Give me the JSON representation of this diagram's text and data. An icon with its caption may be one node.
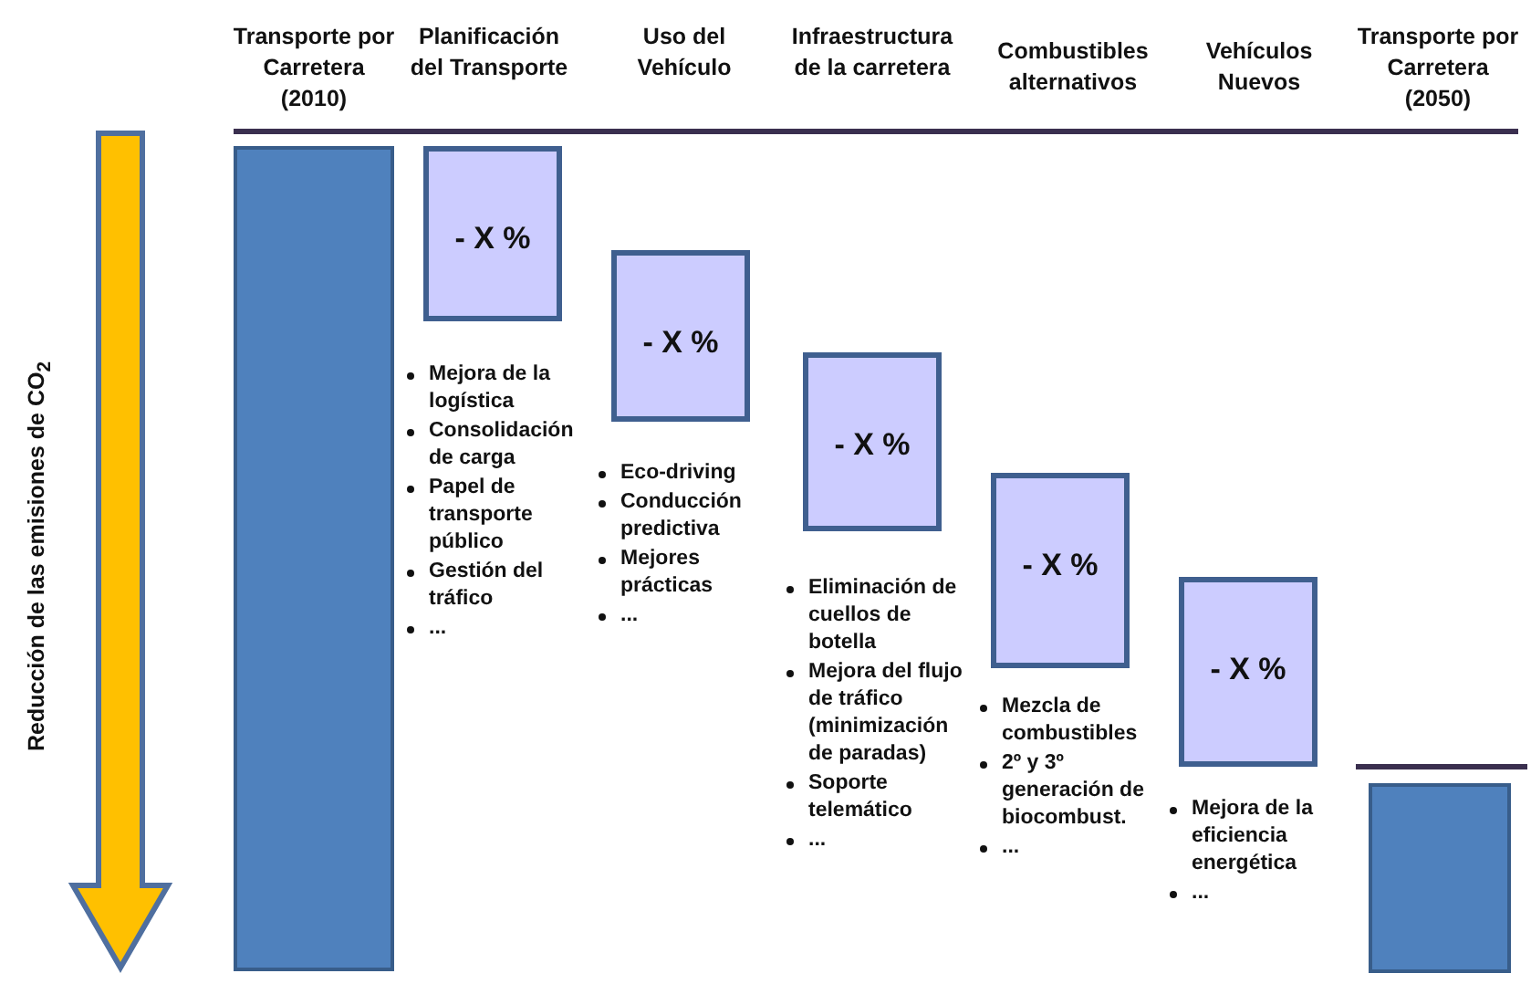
{
  "diagram": {
    "nodes": [
      {
        "text": [],
        "shape": "bar"
      },
      {
        "text": [
          "- X %"
        ],
        "beside": [
          "Mejora de la logística",
          "Consolidación de carga",
          "Papel de transporte público",
          "Gestión del tráfico",
          "..."
        ]
      },
      {
        "text": [
          "- X %"
        ],
        "beside": [
          "Eco-driving",
          "Conducción predictiva",
          "Mejores prácticas",
          "..."
        ]
      },
      {
        "text": [
          "- X %"
        ],
        "beside": [
          "Eliminación de cuellos de botella",
          "Mejora del flujo de tráfico (minimización de paradas)",
          "Soporte telemático",
          "..."
        ]
      },
      {
        "text": [
          "- X %"
        ],
        "beside": [
          "Mezcla de combustibles",
          "2º y 3º generación de biocombust.",
          "..."
        ]
      },
      {
        "text": [
          "- X %"
        ],
        "beside": [
          "Mejora de la eficiencia energética",
          "..."
        ]
      },
      {
        "text": [],
        "shape": "bar"
      }
    ],
    "edges": [],
    "labels": [
      "Transporte por Carretera (2010)",
      "Planificación del Transporte",
      "Uso del Vehículo",
      "Infraestructura de la carretera",
      "Combustibles alternativos",
      "Vehículos Nuevos",
      "Transporte por Carretera (2050)",
      "Reducción de las emisiones de CO$_{2}$"
    ]
  }
}
